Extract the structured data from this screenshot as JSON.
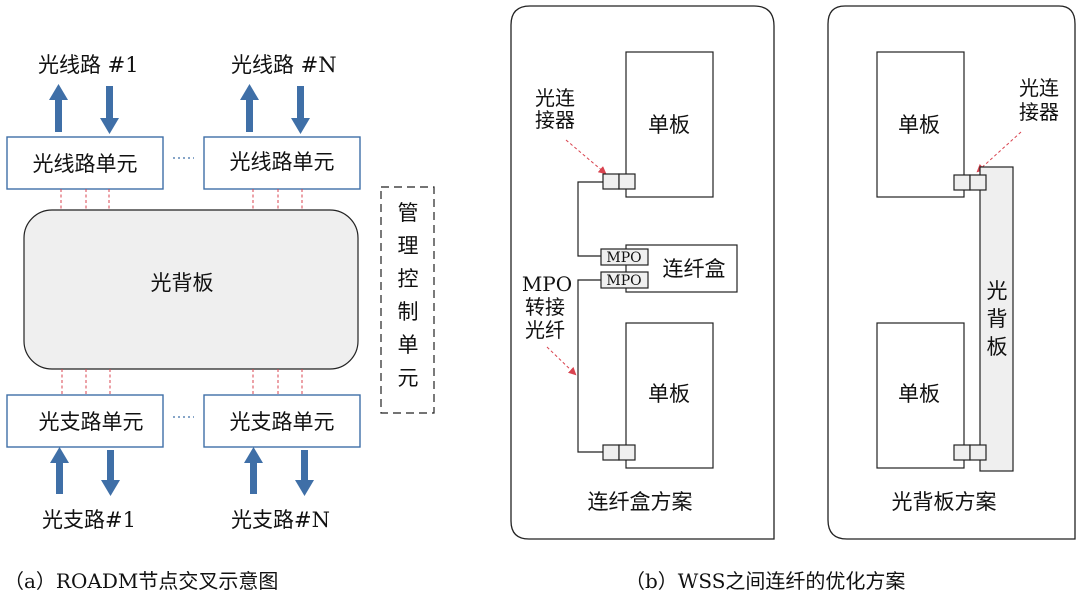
{
  "left_diagram": {
    "line_top_1": "光线路 #1",
    "line_top_n": "光线路 #N",
    "line_unit": "光线路单元",
    "backplane": "光背板",
    "mgmt_chars": [
      "管",
      "理",
      "控",
      "制",
      "单",
      "元"
    ],
    "branch_unit": "光支路单元",
    "branch_bottom_1": "光支路#1",
    "branch_bottom_n": "光支路#N",
    "caption": "（a）ROADM节点交叉示意图",
    "accent_color": "#3f6fa7",
    "fiber_color": "#d9434f"
  },
  "right_diagram": {
    "connector_label_line1": "光连",
    "connector_label_line2": "接器",
    "board": "单板",
    "mpo": "MPO",
    "fiber_box": "连纤盒",
    "mpo_fiber_lines": [
      "MPO",
      "转接",
      "光纤"
    ],
    "scheme_a": "连纤盒方案",
    "backplane_chars": [
      "光",
      "背",
      "板"
    ],
    "scheme_b": "光背板方案",
    "caption": "（b）WSS之间连纤的优化方案"
  }
}
